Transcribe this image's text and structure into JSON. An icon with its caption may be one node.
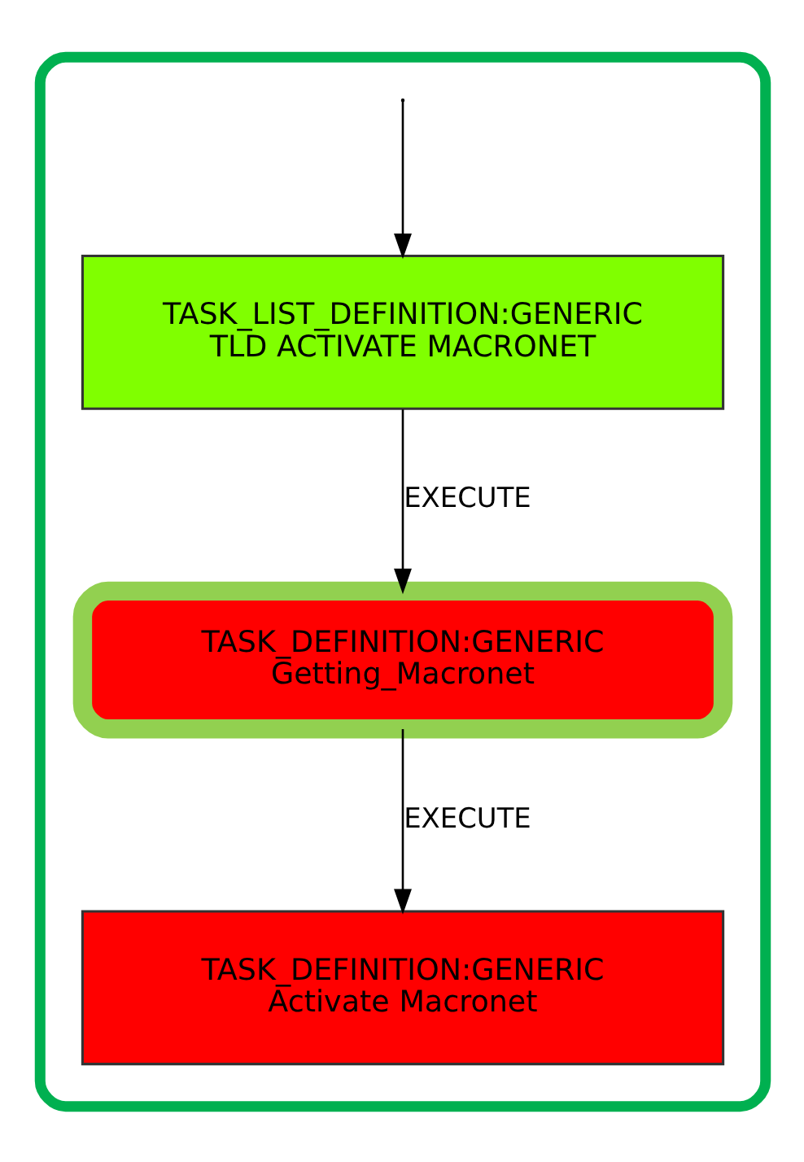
{
  "diagram": {
    "nodes": [
      {
        "text": [],
        "shape": "box"
      },
      {
        "text": [
          "TASK_LIST_DEFINITION:GENERIC",
          "TLD ACTIVATE MACRONET"
        ],
        "in": 0
      },
      {
        "text": [
          "TASK_DEFINITION:GENERIC",
          "Getting_Macronet"
        ],
        "in": 0
      },
      {
        "text": [
          "TASK_DEFINITION:GENERIC",
          "Activate Macronet"
        ],
        "in": 0
      }
    ],
    "edges": [
      {
        "from": null,
        "to": 1,
        "arrow": "to"
      },
      {
        "from": 1,
        "to": 2,
        "arrow": "to",
        "label": "EXECUTE"
      },
      {
        "from": 2,
        "to": 3,
        "arrow": "to",
        "label": "EXECUTE"
      }
    ]
  }
}
